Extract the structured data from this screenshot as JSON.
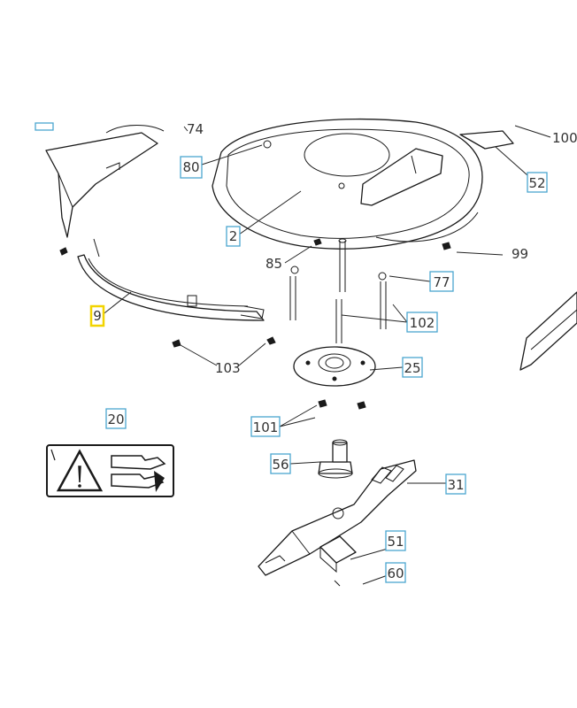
{
  "labels": {
    "p2": "2",
    "p9": "9",
    "p20": "20",
    "p25": "25",
    "p31": "31",
    "p51": "51",
    "p52": "52",
    "p56": "56",
    "p60": "60",
    "p74": "74",
    "p77": "77",
    "p80": "80",
    "p85": "85",
    "p99": "99",
    "p100": "100",
    "p101": "101",
    "p102": "102",
    "p103": "103"
  },
  "highlighted_part": "9",
  "colors": {
    "label_box": "#4aa6cf",
    "highlight_box": "#f2d400",
    "line": "#1a1a1a",
    "background": "#ffffff"
  }
}
